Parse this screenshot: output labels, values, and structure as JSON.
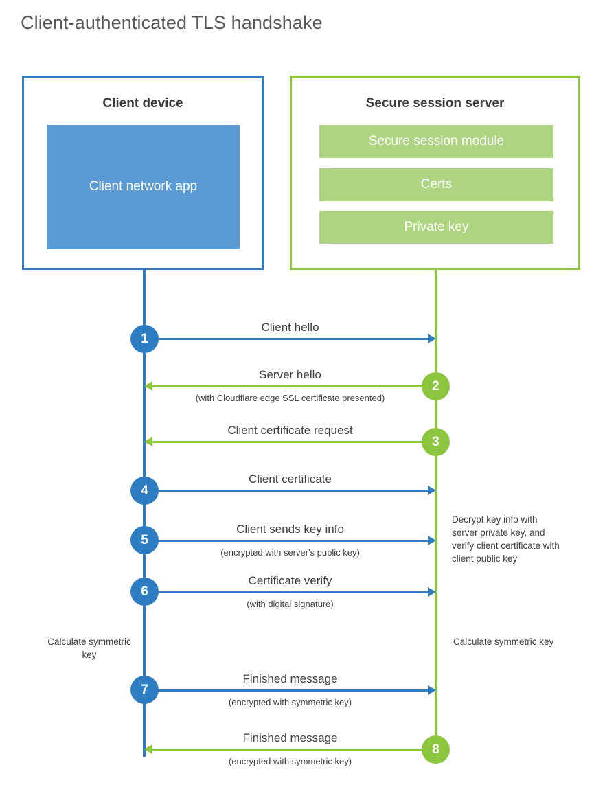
{
  "title": "Client-authenticated TLS handshake",
  "colors": {
    "client_blue": "#2e7dc2",
    "client_app_fill": "#5b9bd5",
    "server_green": "#8cc63f",
    "server_bar_fill": "#aed581",
    "text": "#404042",
    "title_text": "#58595b",
    "background": "#ffffff"
  },
  "parties": {
    "client": {
      "title": "Client device",
      "blocks": [
        {
          "label": "Client network app"
        }
      ]
    },
    "server": {
      "title": "Secure session server",
      "blocks": [
        {
          "label": "Secure session module"
        },
        {
          "label": "Certs"
        },
        {
          "label": "Private key"
        }
      ]
    }
  },
  "steps": [
    {
      "number": "1",
      "origin": "client",
      "direction": "right",
      "label": "Client hello",
      "sublabel": ""
    },
    {
      "number": "2",
      "origin": "server",
      "direction": "left",
      "label": "Server hello",
      "sublabel": "(with Cloudflare edge SSL certificate presented)"
    },
    {
      "number": "3",
      "origin": "server",
      "direction": "left",
      "label": "Client certificate request",
      "sublabel": ""
    },
    {
      "number": "4",
      "origin": "client",
      "direction": "right",
      "label": "Client certificate",
      "sublabel": ""
    },
    {
      "number": "5",
      "origin": "client",
      "direction": "right",
      "label": "Client sends key info",
      "sublabel": "(encrypted with server's public key)"
    },
    {
      "number": "6",
      "origin": "client",
      "direction": "right",
      "label": "Certificate verify",
      "sublabel": "(with digital signature)"
    },
    {
      "number": "7",
      "origin": "client",
      "direction": "right",
      "label": "Finished message",
      "sublabel": "(encrypted with symmetric key)"
    },
    {
      "number": "8",
      "origin": "server",
      "direction": "left",
      "label": "Finished message",
      "sublabel": "(encrypted with symmetric key)"
    }
  ],
  "annotations": {
    "server_decrypt": "Decrypt key info with server private key, and verify client certificate with client public key",
    "client_calculate": "Calculate symmetric key",
    "server_calculate": "Calculate symmetric key"
  }
}
